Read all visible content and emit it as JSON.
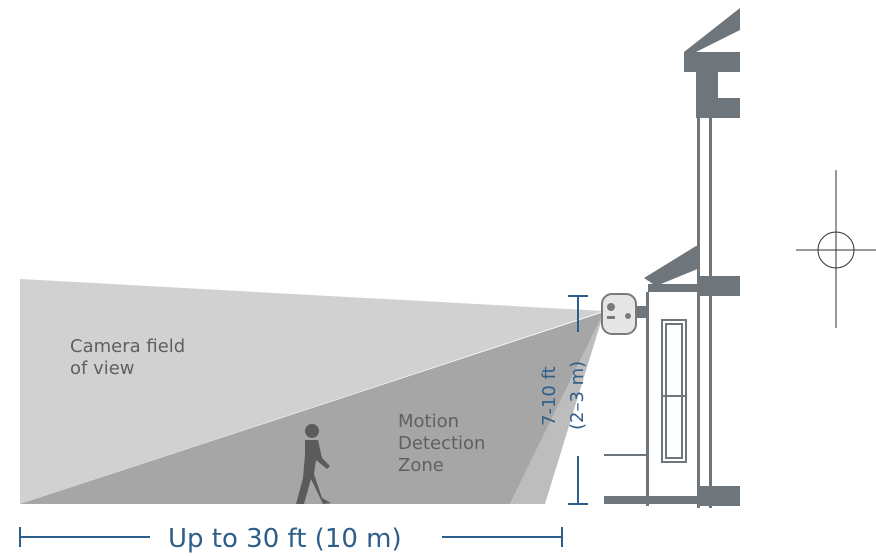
{
  "labels": {
    "field_of_view_line1": "Camera field",
    "field_of_view_line2": "of view",
    "zone_line1": "Motion",
    "zone_line2": "Detection",
    "zone_line3": "Zone",
    "height_ft": "7-10 ft",
    "height_m": "(2–3 m)",
    "distance": "Up to 30 ft (10 m)"
  },
  "colors": {
    "field_of_view": "#d0d0d0",
    "detection_zone": "#a5a5a5",
    "zone_tip": "#bdbdbd",
    "house": "#6d757b",
    "measure_blue": "#2e5f8a",
    "person": "#595959"
  },
  "icons": {
    "camera": "security-camera-icon",
    "person": "walking-person-icon",
    "compass": "crosshair-icon"
  }
}
